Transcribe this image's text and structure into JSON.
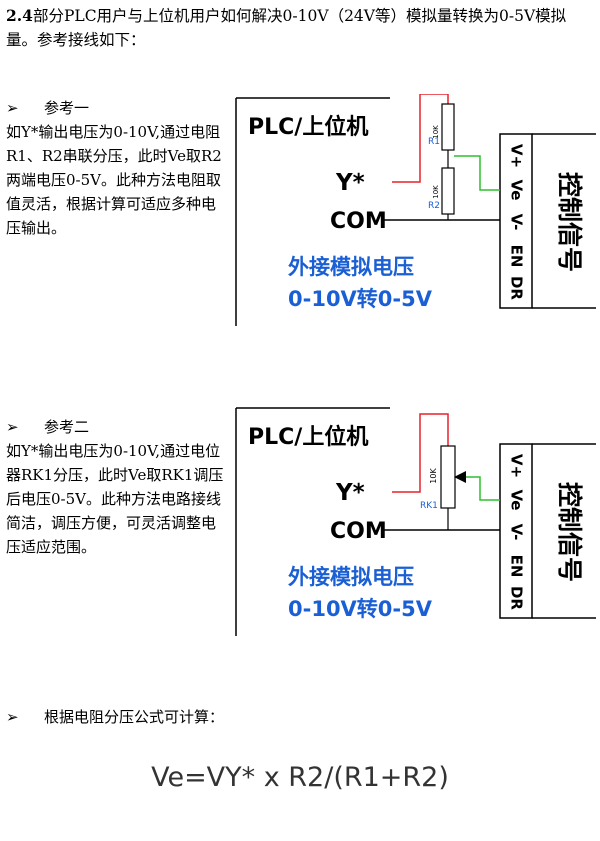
{
  "heading": {
    "number": "2.4",
    "text": "部分PLC用户与上位机用户如何解决0-10V（24V等）模拟量转换为0-5V模拟量。参考接线如下："
  },
  "ref1": {
    "bullet": "➢",
    "title": "参考一",
    "body": "如Y*输出电压为0-10V,通过电阻R1、R2串联分压，此时Ve取R2两端电压0-5V。此种方法电阻取值灵活，根据计算可适应多种电压输出。"
  },
  "ref2": {
    "bullet": "➢",
    "title": "参考二",
    "body": "如Y*输出电压为0-10V,通过电位器RK1分压，此时Ve取RK1调压后电压0-5V。此种方法电路接线简洁，调压方便，可灵活调整电压适应范围。"
  },
  "diagram1": {
    "plc_title": "PLC/上位机",
    "y_label": "Y*",
    "com_label": "COM",
    "ext_line1": "外接模拟电压",
    "ext_line2": "0-10V转0-5V",
    "r1_value": "10K",
    "r1_name": "R1",
    "r2_value": "10K",
    "r2_name": "R2",
    "term_vplus": "V+",
    "term_ve": "Ve",
    "term_vminus": "V-",
    "term_en": "EN",
    "term_dr": "DR",
    "control_label": "控制信号"
  },
  "diagram2": {
    "plc_title": "PLC/上位机",
    "y_label": "Y*",
    "com_label": "COM",
    "ext_line1": "外接模拟电压",
    "ext_line2": "0-10V转0-5V",
    "rk_value": "10K",
    "rk_name": "RK1",
    "term_vplus": "V+",
    "term_ve": "Ve",
    "term_vminus": "V-",
    "term_en": "EN",
    "term_dr": "DR",
    "control_label": "控制信号"
  },
  "formula_intro": {
    "bullet": "➢",
    "text": "根据电阻分压公式可计算："
  },
  "formula": "Ve=VY* x R2/(R1+R2)",
  "colors": {
    "wire_red": "#e8202a",
    "wire_green": "#2fbf2f",
    "accent_blue": "#1a5fd4",
    "line_black": "#000000"
  }
}
